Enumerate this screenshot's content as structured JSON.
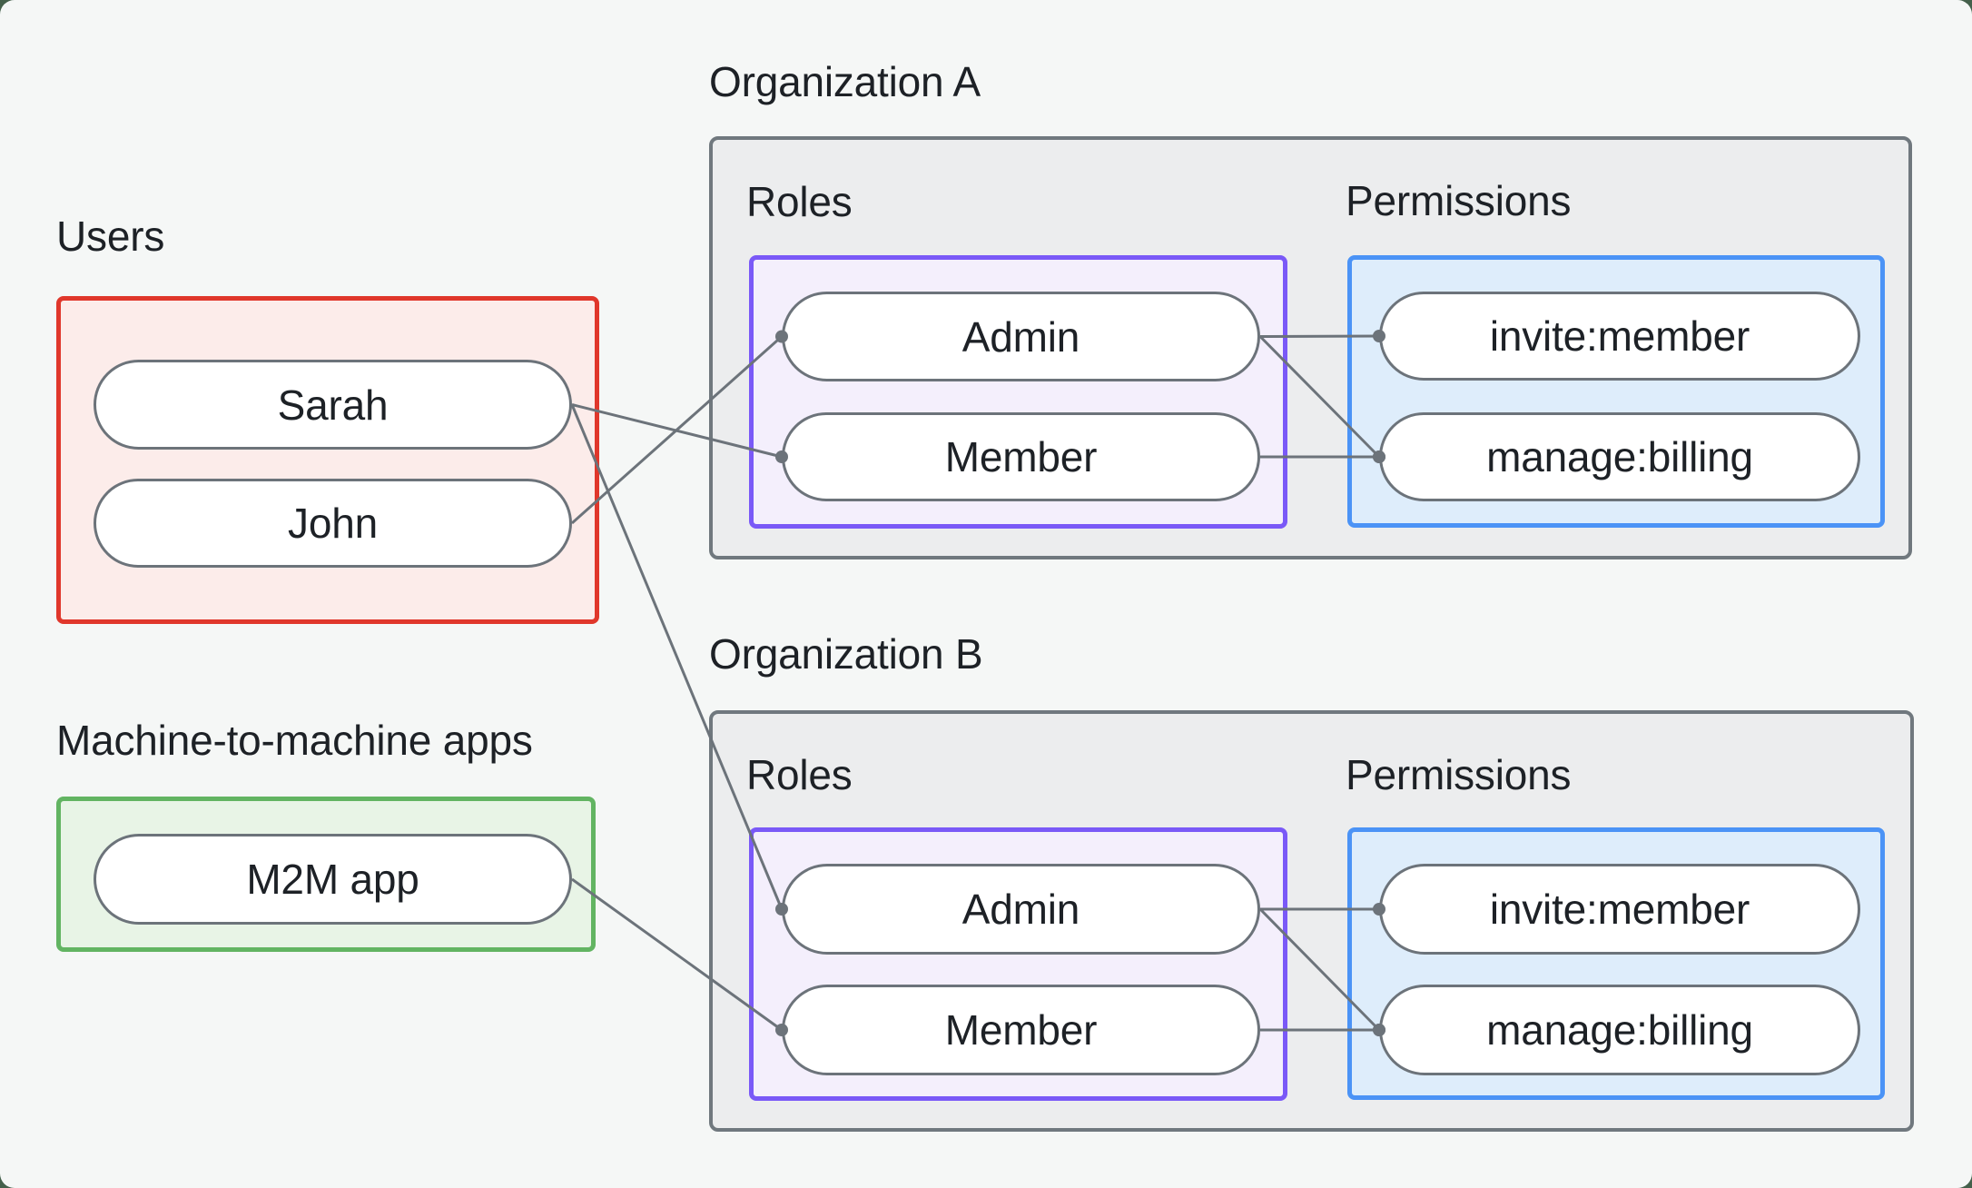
{
  "sections": {
    "users": {
      "title": "Users",
      "nodes": [
        {
          "id": "sarah",
          "label": "Sarah"
        },
        {
          "id": "john",
          "label": "John"
        }
      ]
    },
    "m2m": {
      "title": "Machine-to-machine apps",
      "nodes": [
        {
          "id": "m2m",
          "label": "M2M app"
        }
      ]
    }
  },
  "organizations": [
    {
      "id": "orgA",
      "title": "Organization A",
      "roles_label": "Roles",
      "permissions_label": "Permissions",
      "roles": [
        {
          "id": "orgA-admin",
          "label": "Admin"
        },
        {
          "id": "orgA-member",
          "label": "Member"
        }
      ],
      "permissions": [
        {
          "id": "orgA-invite",
          "label": "invite:member"
        },
        {
          "id": "orgA-manage",
          "label": "manage:billing"
        }
      ]
    },
    {
      "id": "orgB",
      "title": "Organization B",
      "roles_label": "Roles",
      "permissions_label": "Permissions",
      "roles": [
        {
          "id": "orgB-admin",
          "label": "Admin"
        },
        {
          "id": "orgB-member",
          "label": "Member"
        }
      ],
      "permissions": [
        {
          "id": "orgB-invite",
          "label": "invite:member"
        },
        {
          "id": "orgB-manage",
          "label": "manage:billing"
        }
      ]
    }
  ],
  "edges": [
    {
      "from": "sarah",
      "to": "orgA-member"
    },
    {
      "from": "john",
      "to": "orgA-admin"
    },
    {
      "from": "sarah",
      "to": "orgB-admin"
    },
    {
      "from": "m2m",
      "to": "orgB-member"
    },
    {
      "from": "orgA-admin",
      "to": "orgA-invite"
    },
    {
      "from": "orgA-admin",
      "to": "orgA-manage"
    },
    {
      "from": "orgA-member",
      "to": "orgA-manage"
    },
    {
      "from": "orgB-admin",
      "to": "orgB-invite"
    },
    {
      "from": "orgB-admin",
      "to": "orgB-manage"
    },
    {
      "from": "orgB-member",
      "to": "orgB-manage"
    }
  ],
  "edge_style": {
    "stroke_width": 3,
    "dot_radius": 7
  },
  "colors": {
    "page_background": "#F5F7F6",
    "outer_background": "#44604B",
    "text": "#1D2126",
    "org_box_fill": "#ECEDEE",
    "org_box_border": "#70787E",
    "roles_fill": "#F4EFFC",
    "roles_border": "#7A59F7",
    "permissions_fill": "#DEEDFB",
    "permissions_border": "#4B93F6",
    "users_fill": "#FCECEA",
    "users_border": "#E0372B",
    "m2m_fill": "#E8F4E6",
    "m2m_border": "#62B462",
    "node_fill": "#FFFFFF",
    "node_border": "#6C737A",
    "edge": "#6C737A"
  }
}
